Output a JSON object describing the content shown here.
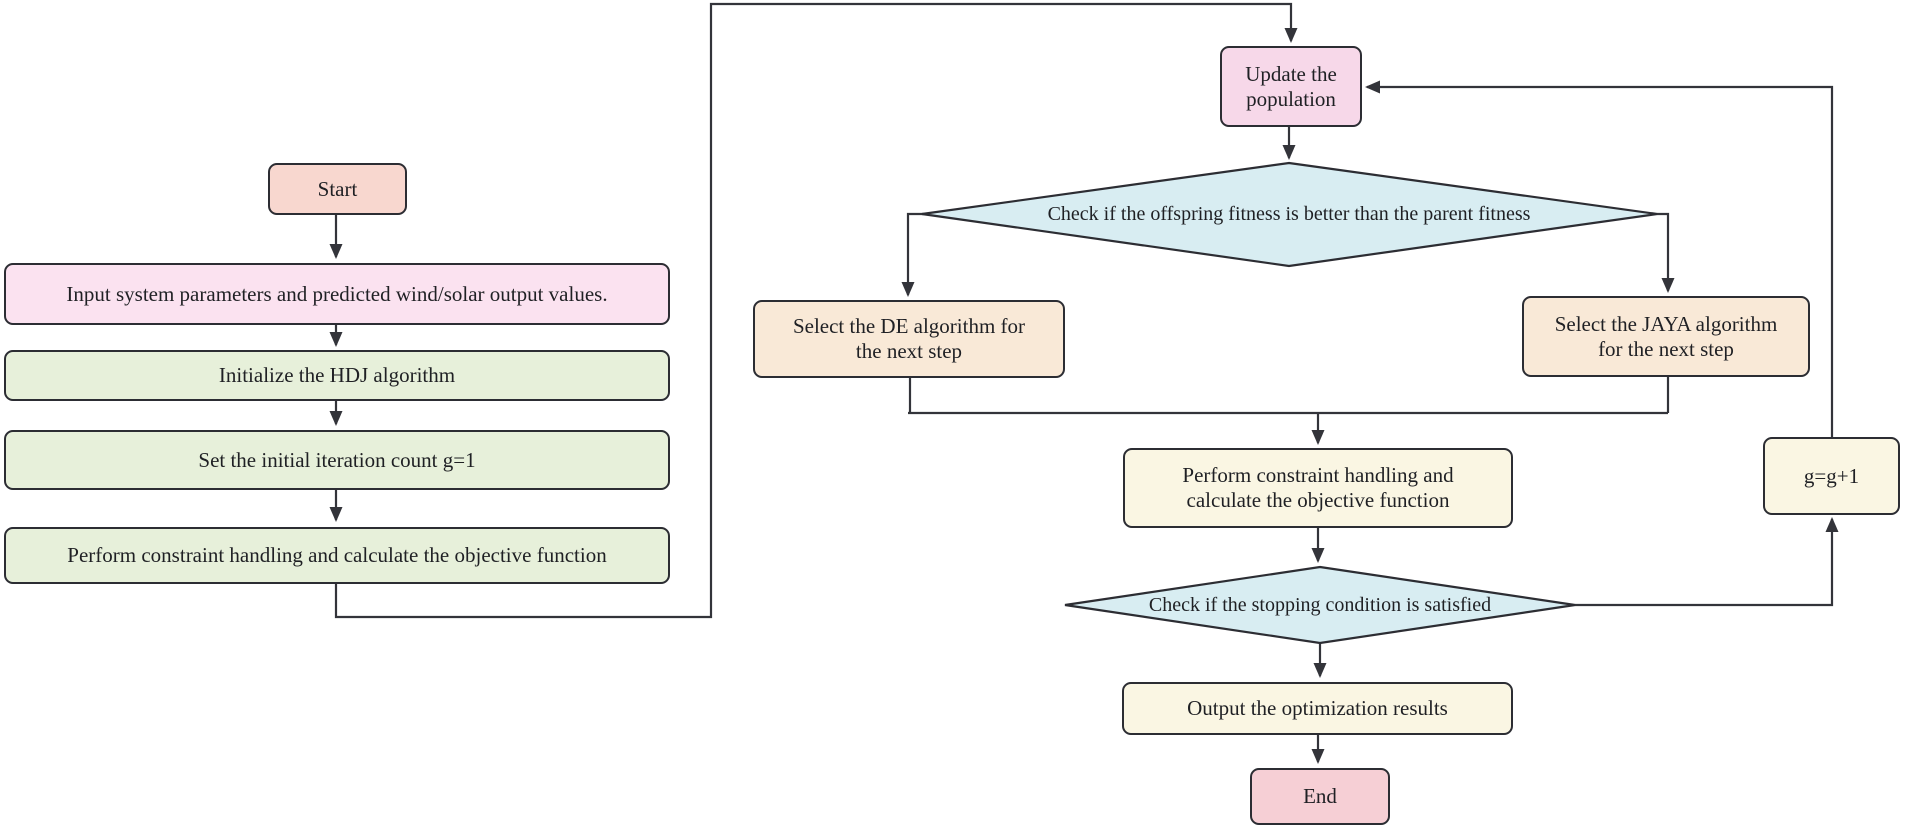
{
  "nodes": {
    "start": {
      "label": "Start"
    },
    "input_params": {
      "label": "Input system parameters and predicted wind/solar output values."
    },
    "init_hdj": {
      "label": "Initialize the HDJ algorithm"
    },
    "set_iteration": {
      "label": "Set the initial iteration count g=1"
    },
    "constraint_left": {
      "label": "Perform constraint handling and calculate the objective function"
    },
    "update_population": {
      "label": "Update the\npopulation"
    },
    "fitness_check": {
      "label": "Check if the offspring fitness is better than the parent fitness"
    },
    "select_de": {
      "label": "Select the DE algorithm for\nthe next step"
    },
    "select_jaya": {
      "label": "Select the JAYA algorithm\nfor the next step"
    },
    "constraint_right": {
      "label": "Perform constraint handling and\ncalculate the objective function"
    },
    "stop_check": {
      "label": "Check if the stopping condition is satisfied"
    },
    "increment_g": {
      "label": "g=g+1"
    },
    "output_results": {
      "label": "Output the optimization results"
    },
    "end": {
      "label": "End"
    }
  },
  "colors": {
    "stroke": "#33343a",
    "start_fill": "#f8d7cf",
    "input_fill": "#fbe2f0",
    "process_green_fill": "#e7f0da",
    "update_fill": "#f7d8e9",
    "decision_fill": "#d8edf2",
    "select_fill": "#f9e9d7",
    "result_fill": "#faf6e3",
    "end_fill": "#f6cfd5"
  }
}
